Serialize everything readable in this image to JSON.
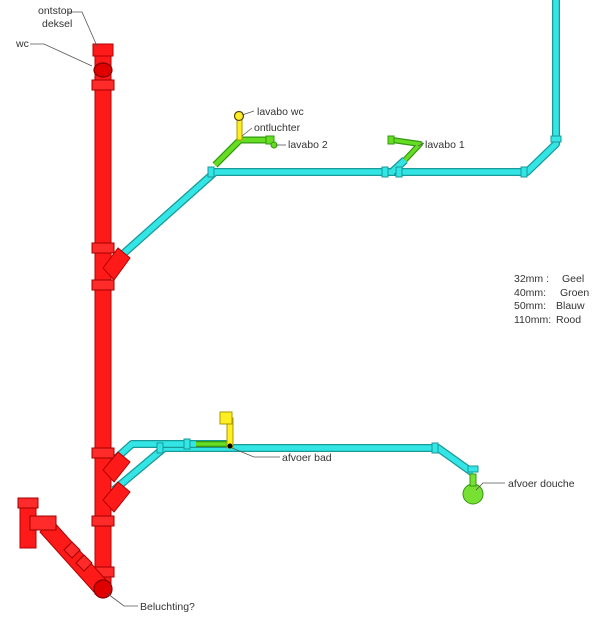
{
  "colors": {
    "red": "#ff1a1a",
    "red_dark": "#b30000",
    "cyan": "#33e5e5",
    "cyan_dark": "#1a9999",
    "green": "#66dd22",
    "green_dark": "#339911",
    "yellow": "#ffee22",
    "yellow_dark": "#aa9900"
  },
  "labels": {
    "ontstop": [
      "ontstop",
      "deksel"
    ],
    "wc": "wc",
    "lavabo_wc": "lavabo wc",
    "ontluchter": "ontluchter",
    "lavabo2": "lavabo 2",
    "lavabo1": "lavabo 1",
    "afvoer_bad": "afvoer bad",
    "afvoer_douche": "afvoer douche",
    "beluchting": "Beluchting?"
  },
  "legend": [
    {
      "size": "32mm :",
      "color": "Geel"
    },
    {
      "size": "40mm:",
      "color": "Groen"
    },
    {
      "size": "50mm:",
      "color": "Blauw"
    },
    {
      "size": "110mm:",
      "color": "Rood"
    }
  ]
}
